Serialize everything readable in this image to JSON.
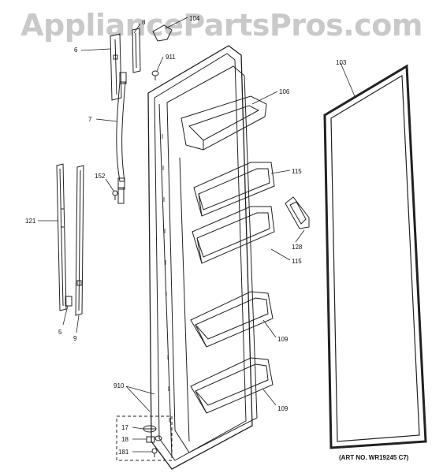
{
  "watermark": "AppliancePartsPros.com",
  "art_number": "(ART NO. WR19245 C7)",
  "callouts": {
    "c6": "6",
    "c8": "8",
    "c104": "104",
    "c911": "911",
    "c7": "7",
    "c152": "152",
    "c121": "121",
    "c5": "5",
    "c9": "9",
    "c103": "103",
    "c106": "106",
    "c115a": "115",
    "c115b": "115",
    "c128": "128",
    "c109a": "109",
    "c109b": "109",
    "c910": "910",
    "c17": "17",
    "c18": "18",
    "c181": "181"
  }
}
